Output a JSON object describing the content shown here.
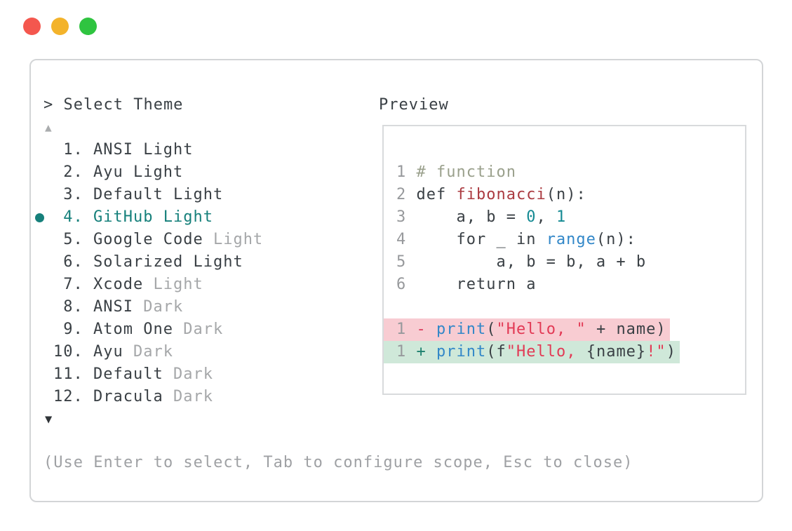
{
  "window": {
    "traffic_lights": [
      {
        "name": "close-button",
        "color": "#f4574e"
      },
      {
        "name": "minimize-button",
        "color": "#f3b32b"
      },
      {
        "name": "zoom-button",
        "color": "#2fc440"
      }
    ]
  },
  "prompt": {
    "label": "> Select Theme"
  },
  "list": {
    "scroll_up_icon": "▲",
    "scroll_down_icon": "▼",
    "items": [
      {
        "number": " 1.",
        "name": "ANSI",
        "variant": "Light",
        "variant_muted": false,
        "selected": false
      },
      {
        "number": " 2.",
        "name": "Ayu",
        "variant": "Light",
        "variant_muted": false,
        "selected": false
      },
      {
        "number": " 3.",
        "name": "Default",
        "variant": "Light",
        "variant_muted": false,
        "selected": false
      },
      {
        "number": " 4.",
        "name": "GitHub",
        "variant": "Light",
        "variant_muted": false,
        "selected": true
      },
      {
        "number": " 5.",
        "name": "Google Code",
        "variant": "Light",
        "variant_muted": true,
        "selected": false
      },
      {
        "number": " 6.",
        "name": "Solarized",
        "variant": "Light",
        "variant_muted": false,
        "selected": false
      },
      {
        "number": " 7.",
        "name": "Xcode",
        "variant": "Light",
        "variant_muted": true,
        "selected": false
      },
      {
        "number": " 8.",
        "name": "ANSI",
        "variant": "Dark",
        "variant_muted": true,
        "selected": false
      },
      {
        "number": " 9.",
        "name": "Atom One",
        "variant": "Dark",
        "variant_muted": true,
        "selected": false
      },
      {
        "number": "10.",
        "name": "Ayu",
        "variant": "Dark",
        "variant_muted": true,
        "selected": false
      },
      {
        "number": "11.",
        "name": "Default",
        "variant": "Dark",
        "variant_muted": true,
        "selected": false
      },
      {
        "number": "12.",
        "name": "Dracula",
        "variant": "Dark",
        "variant_muted": true,
        "selected": false
      }
    ]
  },
  "preview": {
    "label": "Preview",
    "code_lines": [
      {
        "num": "1",
        "tokens": [
          {
            "t": "# function",
            "c": "comment"
          }
        ]
      },
      {
        "num": "2",
        "tokens": [
          {
            "t": "def ",
            "c": "plain"
          },
          {
            "t": "fibonacci",
            "c": "func"
          },
          {
            "t": "(n):",
            "c": "plain"
          }
        ]
      },
      {
        "num": "3",
        "tokens": [
          {
            "t": "    a, b = ",
            "c": "plain"
          },
          {
            "t": "0",
            "c": "number"
          },
          {
            "t": ", ",
            "c": "plain"
          },
          {
            "t": "1",
            "c": "number"
          }
        ]
      },
      {
        "num": "4",
        "tokens": [
          {
            "t": "    for _ in ",
            "c": "plain"
          },
          {
            "t": "range",
            "c": "builtin"
          },
          {
            "t": "(n):",
            "c": "plain"
          }
        ]
      },
      {
        "num": "5",
        "tokens": [
          {
            "t": "        a, b = b, a + b",
            "c": "plain"
          }
        ]
      },
      {
        "num": "6",
        "tokens": [
          {
            "t": "    return a",
            "c": "plain"
          }
        ]
      }
    ],
    "diff_lines": [
      {
        "num": "1",
        "kind": "removed",
        "tokens": [
          {
            "t": " - ",
            "c": "dminus"
          },
          {
            "t": "print",
            "c": "builtin"
          },
          {
            "t": "(",
            "c": "plain"
          },
          {
            "t": "\"Hello, \"",
            "c": "string"
          },
          {
            "t": " + name)",
            "c": "plain"
          }
        ]
      },
      {
        "num": "1",
        "kind": "added",
        "tokens": [
          {
            "t": " + ",
            "c": "dplus"
          },
          {
            "t": "print",
            "c": "builtin"
          },
          {
            "t": "(f",
            "c": "plain"
          },
          {
            "t": "\"Hello, ",
            "c": "string"
          },
          {
            "t": "{name}",
            "c": "plain"
          },
          {
            "t": "!\"",
            "c": "string"
          },
          {
            "t": ")",
            "c": "plain"
          }
        ]
      }
    ]
  },
  "footer": {
    "hint": "(Use Enter to select, Tab to configure scope, Esc to close)"
  },
  "colors": {
    "accent_teal": "#16807b",
    "muted_text": "#a5a7a9",
    "dark_text": "#3a4045",
    "panel_border": "#d3d5d7",
    "diff_removed_bg": "#f8ccd2",
    "diff_added_bg": "#cfe8d9",
    "string_red": "#e23a55",
    "function_red": "#ab3b41",
    "builtin_blue": "#3287c8",
    "number_teal": "#148a93",
    "comment_gray": "#9aa08c"
  }
}
